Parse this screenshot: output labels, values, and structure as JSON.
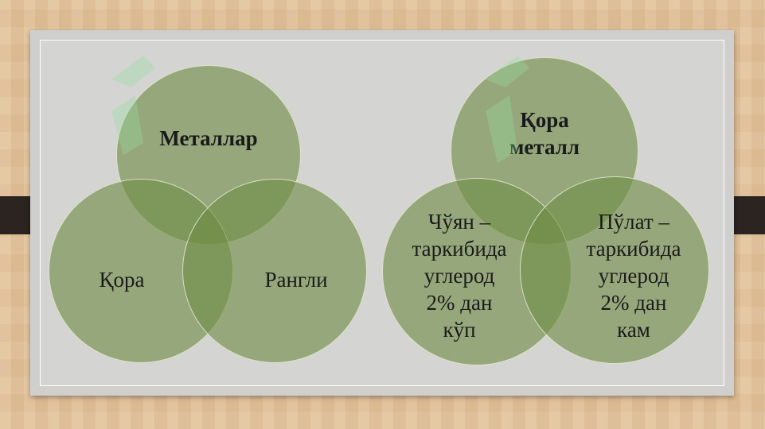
{
  "left_diagram": {
    "top": "Металлар",
    "left": "Қора",
    "right": "Рангли"
  },
  "right_diagram": {
    "top_line1": "Қора",
    "top_line2": "металл",
    "left_lines": [
      "Чўян –",
      "таркибида",
      "углерод",
      "2% дан",
      "кўп"
    ],
    "right_lines": [
      "Пўлат –",
      "таркибида",
      "углерод",
      "2% дан",
      "кам"
    ]
  },
  "colors": {
    "circle_fill": "#708c46",
    "board": "#d4d4d2",
    "background": "#e3c39b",
    "tab": "#2b2420"
  }
}
